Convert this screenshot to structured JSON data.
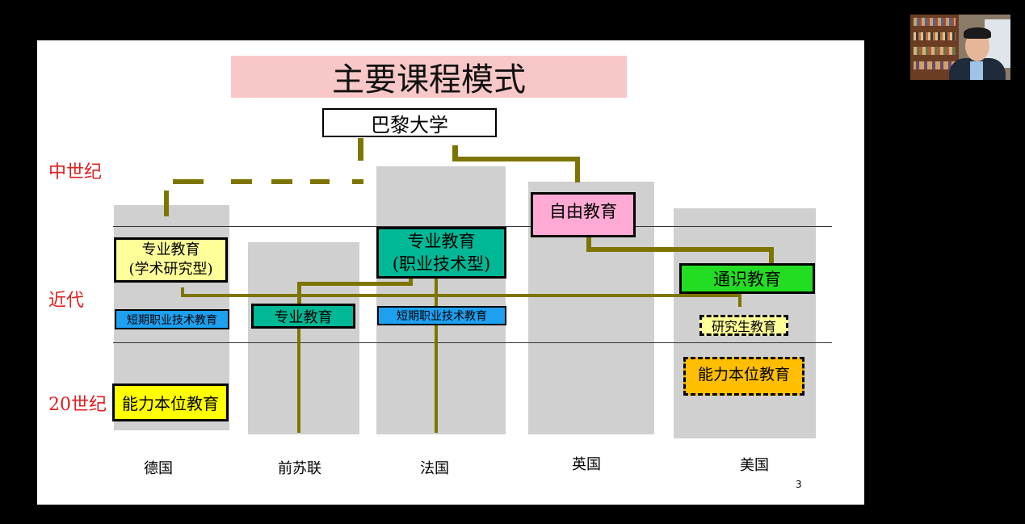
{
  "slide": {
    "title": "主要课程模式",
    "origin": "巴黎大学",
    "eras": [
      "中世纪",
      "近代",
      "20世纪"
    ],
    "page_number": "3"
  },
  "countries": [
    "德国",
    "前苏联",
    "法国",
    "英国",
    "美国"
  ],
  "boxes": {
    "de_professional": "专业教育",
    "de_professional_sub": "(学术研究型)",
    "de_short": "短期职业技术教育",
    "de_competency": "能力本位教育",
    "su_professional": "专业教育",
    "fr_professional": "专业教育",
    "fr_professional_sub": "(职业技术型)",
    "fr_short": "短期职业技术教育",
    "uk_liberal": "自由教育",
    "us_general": "通识教育",
    "us_graduate": "研究生教育",
    "us_competency": "能力本位教育"
  },
  "colors": {
    "title_bg": "#f8c8c8",
    "era_text": "#e02020",
    "connector": "#7e7500",
    "yellow_light": "#ffff99",
    "yellow": "#ffff00",
    "teal": "#00b895",
    "blue": "#1ea0f0",
    "pink": "#ffaad4",
    "green": "#22dd22",
    "orange": "#ffbf00"
  },
  "webcam": {
    "icon": "participant-video"
  }
}
